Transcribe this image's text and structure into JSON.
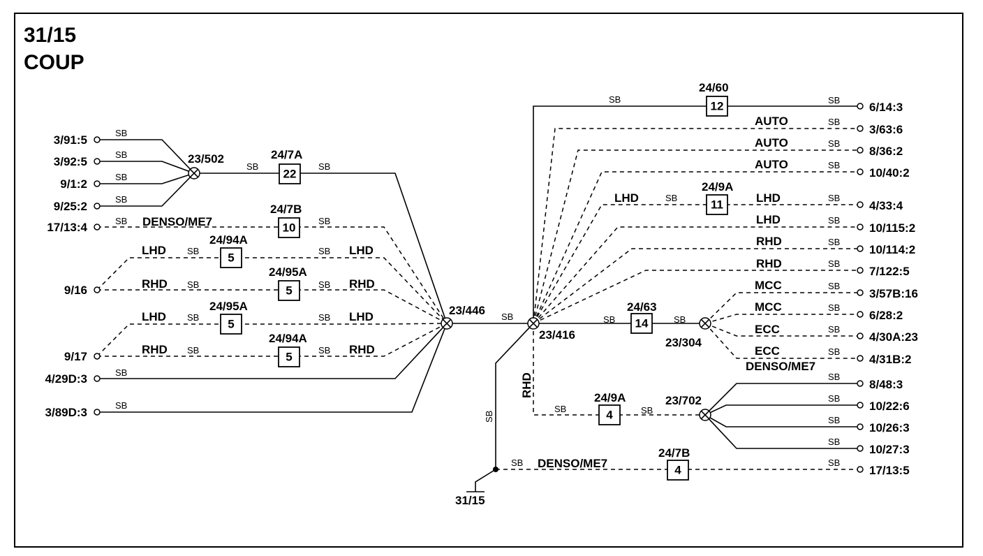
{
  "title": {
    "line1": "31/15",
    "line2": "COUP"
  },
  "wire_color": "SB",
  "splices": {
    "s502": "23/502",
    "s446": "23/446",
    "s416": "23/416",
    "s304": "23/304",
    "s702": "23/702"
  },
  "ground": "31/15",
  "variants": {
    "denso": "DENSO/ME7",
    "lhd": "LHD",
    "rhd": "RHD",
    "auto": "AUTO",
    "mcc": "MCC",
    "ecc": "ECC"
  },
  "connectors": {
    "c24_7a": {
      "ref": "24/7A",
      "pin": "22"
    },
    "c24_7b_left": {
      "ref": "24/7B",
      "pin": "10"
    },
    "c24_94a_top": {
      "ref": "24/94A",
      "pin": "5"
    },
    "c24_95a_top": {
      "ref": "24/95A",
      "pin": "5"
    },
    "c24_95a_bot": {
      "ref": "24/95A",
      "pin": "5"
    },
    "c24_94a_bot": {
      "ref": "24/94A",
      "pin": "5"
    },
    "c24_60": {
      "ref": "24/60",
      "pin": "12"
    },
    "c24_9a_top": {
      "ref": "24/9A",
      "pin": "11"
    },
    "c24_63": {
      "ref": "24/63",
      "pin": "14"
    },
    "c24_9a_bot": {
      "ref": "24/9A",
      "pin": "4"
    },
    "c24_7b_bot": {
      "ref": "24/7B",
      "pin": "4"
    }
  },
  "terminals_left": [
    "3/91:5",
    "3/92:5",
    "9/1:2",
    "9/25:2",
    "17/13:4",
    "9/16",
    "9/17",
    "4/29D:3",
    "3/89D:3"
  ],
  "terminals_right": [
    "6/14:3",
    "3/63:6",
    "8/36:2",
    "10/40:2",
    "4/33:4",
    "10/115:2",
    "10/114:2",
    "7/122:5",
    "3/57B:16",
    "6/28:2",
    "4/30A:23",
    "4/31B:2",
    "8/48:3",
    "10/22:6",
    "10/26:3",
    "10/27:3",
    "17/13:5"
  ]
}
